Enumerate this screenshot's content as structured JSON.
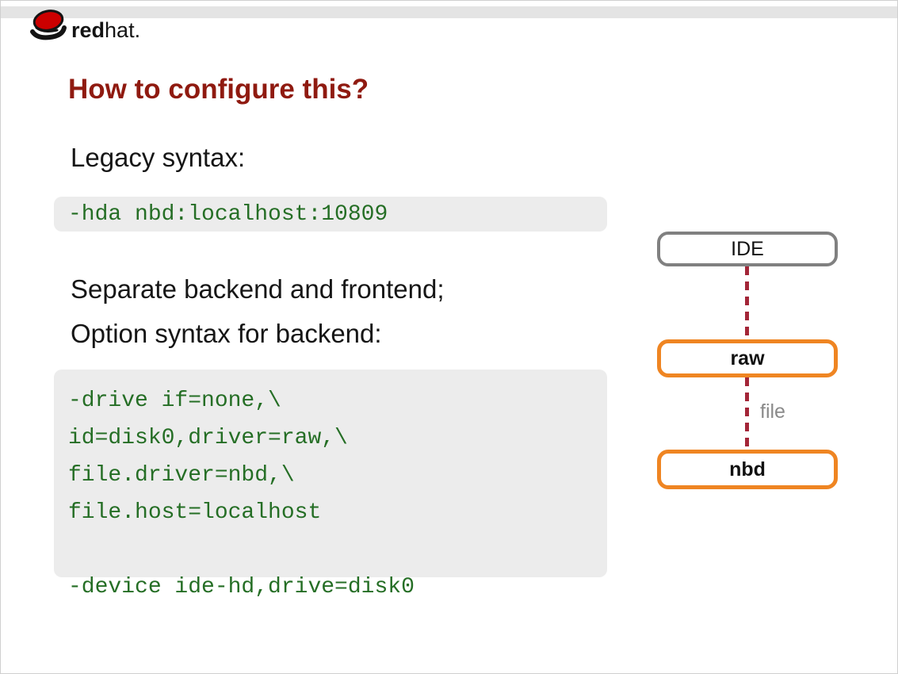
{
  "brand": {
    "logo_red": "red",
    "logo_hat": "hat."
  },
  "slide": {
    "title": "How to configure this?",
    "legacy_label": "Legacy syntax:",
    "legacy_code": "-hda nbd:localhost:10809",
    "separate_line1": "Separate backend and frontend;",
    "separate_line2": "Option syntax for backend:",
    "option_code_lines": [
      "-drive if=none,\\",
      "id=disk0,driver=raw,\\",
      "file.driver=nbd,\\",
      "file.host=localhost",
      "",
      "-device ide-hd,drive=disk0"
    ]
  },
  "diagram": {
    "nodes": [
      {
        "id": "ide",
        "label": "IDE",
        "border_color": "#808080"
      },
      {
        "id": "raw",
        "label": "raw",
        "border_color": "#ef8522"
      },
      {
        "id": "nbd",
        "label": "nbd",
        "border_color": "#ef8522"
      }
    ],
    "edge_label": "file",
    "connector_color": "#a32638"
  },
  "colors": {
    "title_red": "#8f1a10",
    "code_green": "#256e25",
    "code_background": "#ececec",
    "top_band_gray": "#e4e4e4",
    "ide_border_gray": "#808080",
    "driver_border_orange": "#ef8522",
    "connector_maroon": "#a32638",
    "edge_label_gray": "#8a8a8a",
    "logo_hat_red": "#cc0000"
  }
}
